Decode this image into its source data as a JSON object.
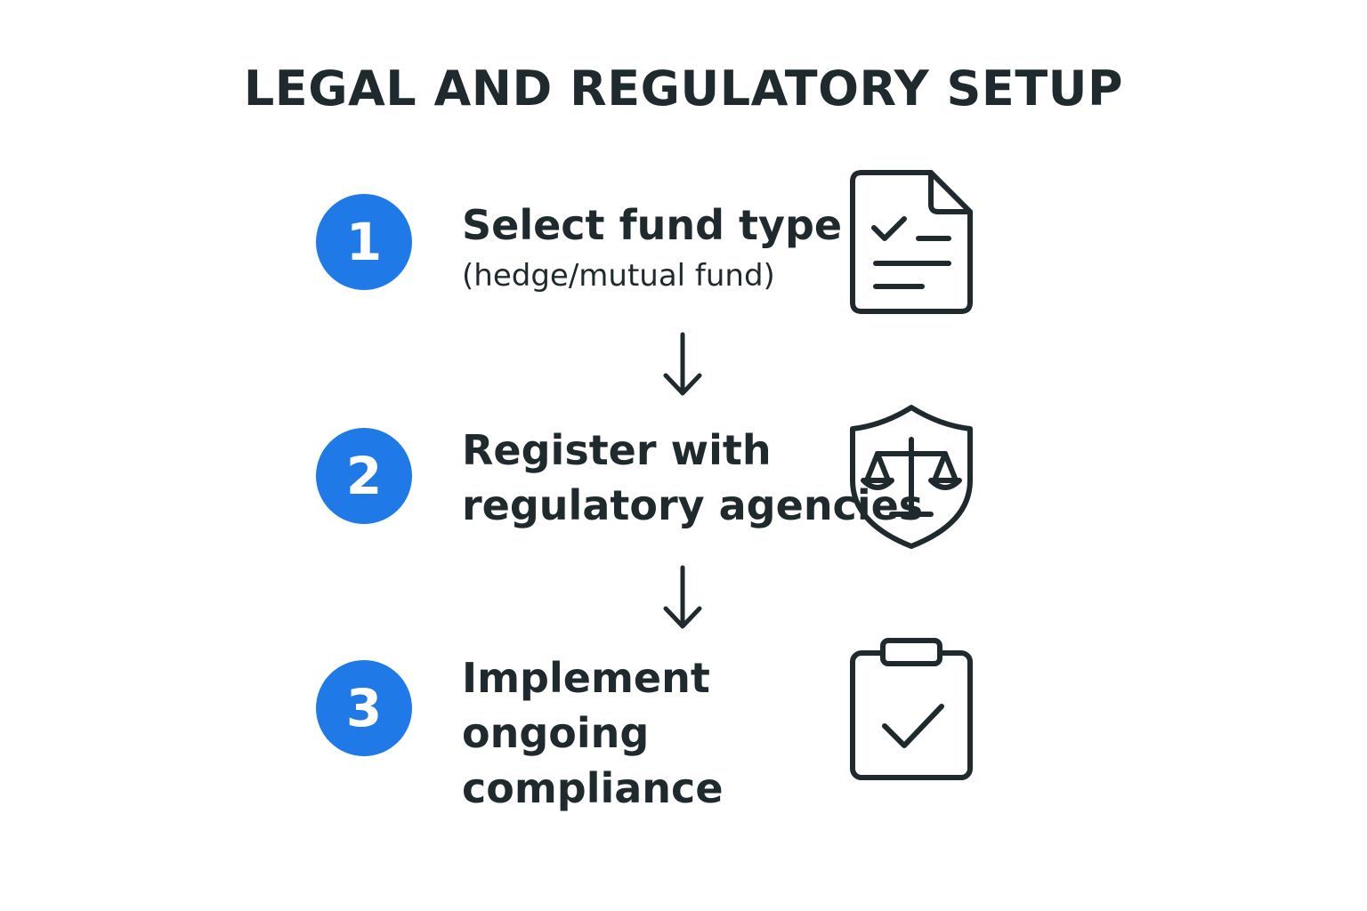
{
  "title": "LEGAL AND REGULATORY SETUP",
  "accent_color": "#1f7ae8",
  "text_color": "#1f2a2e",
  "steps": [
    {
      "number": "1",
      "label": "Select fund type",
      "sublabel": "(hedge/mutual fund)",
      "icon": "document-checklist-icon"
    },
    {
      "number": "2",
      "label": "Register with\nregulatory agencies",
      "icon": "shield-scales-icon"
    },
    {
      "number": "3",
      "label": "Implement\nongoing\ncompliance",
      "icon": "clipboard-check-icon"
    }
  ]
}
